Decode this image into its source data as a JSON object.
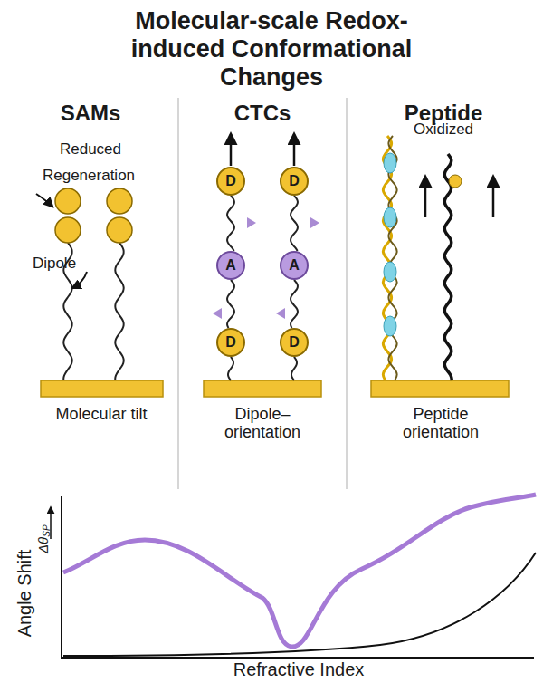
{
  "diagram": {
    "title": "Molecular-scale Redox-induced Conformational Changes",
    "nodes": [
      {
        "text": [
          "D"
        ]
      },
      {
        "text": [
          "A"
        ]
      },
      {
        "text": [
          "D"
        ]
      },
      {
        "text": [
          "D"
        ]
      },
      {
        "text": [
          "A"
        ]
      },
      {
        "text": [
          "D"
        ]
      }
    ],
    "edges": [
      {
        "from": 0,
        "to": 1,
        "arrow": "none"
      },
      {
        "from": 1,
        "to": 2,
        "arrow": "none"
      },
      {
        "from": 3,
        "to": 4,
        "arrow": "none"
      },
      {
        "from": 4,
        "to": 5,
        "arrow": "none"
      }
    ],
    "labels": [
      "SAMs",
      "CTCs",
      "Peptide",
      "Reduced",
      "Regeneration",
      "Dipole",
      "Oxidized",
      "Molecular tilt",
      "Dipole– orientation",
      "Peptide orientation",
      "Angle Shift",
      "Δθ",
      "SP",
      "Refractive Index"
    ]
  }
}
